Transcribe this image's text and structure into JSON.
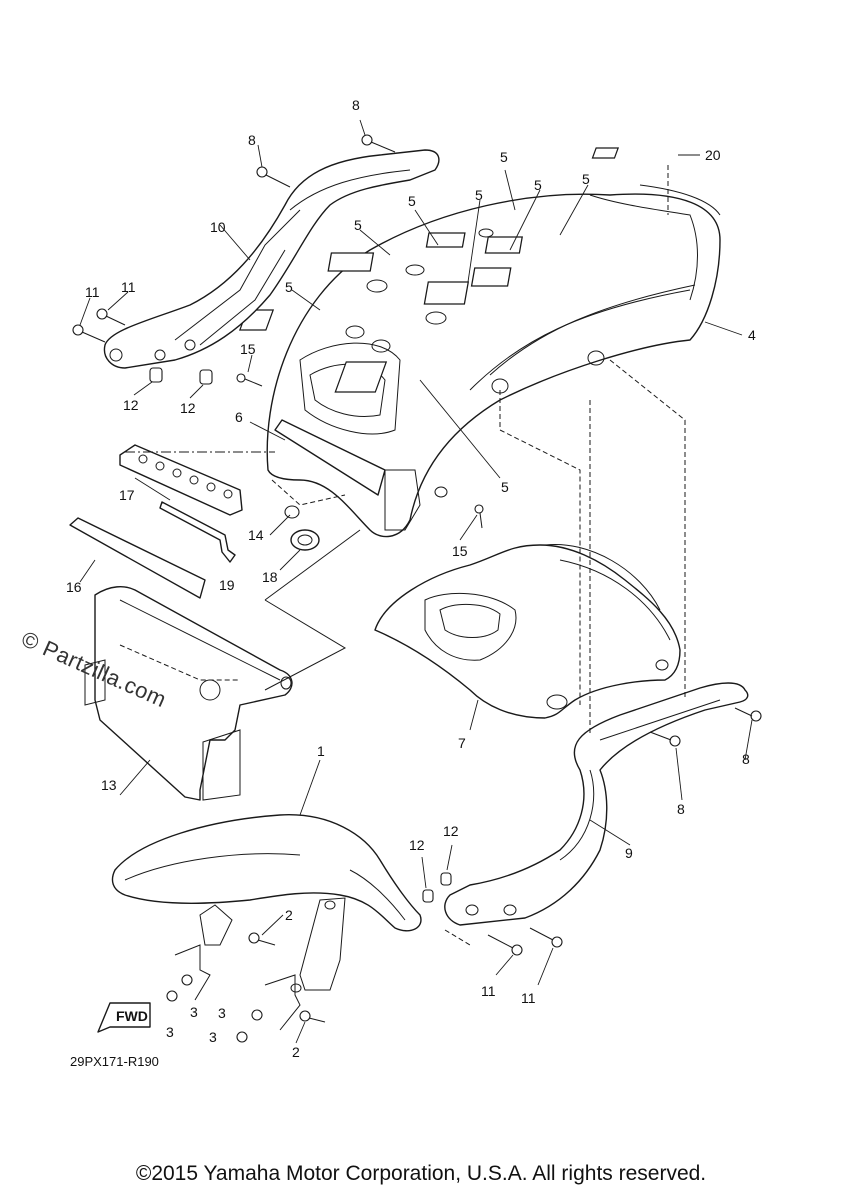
{
  "diagram": {
    "callouts": {
      "c1": "1",
      "c2a": "2",
      "c2b": "2",
      "c3a": "3",
      "c3b": "3",
      "c3c": "3",
      "c3d": "3",
      "c4": "4",
      "c5a": "5",
      "c5b": "5",
      "c5c": "5",
      "c5d": "5",
      "c5e": "5",
      "c5f": "5",
      "c5g": "5",
      "c5h": "5",
      "c6": "6",
      "c7": "7",
      "c8a": "8",
      "c8b": "8",
      "c8c": "8",
      "c8d": "8",
      "c9": "9",
      "c10": "10",
      "c11a": "11",
      "c11b": "11",
      "c11c": "11",
      "c11d": "11",
      "c12a": "12",
      "c12b": "12",
      "c12c": "12",
      "c12d": "12",
      "c13": "13",
      "c14": "14",
      "c15a": "15",
      "c15b": "15",
      "c16": "16",
      "c17": "17",
      "c18": "18",
      "c19": "19",
      "c20": "20"
    },
    "fwd_label": "FWD",
    "drawing_code": "29PX171-R190",
    "watermark": "© Partzilla.com"
  },
  "footer": {
    "copyright": "©2015 Yamaha Motor Corporation, U.S.A. All rights reserved."
  }
}
